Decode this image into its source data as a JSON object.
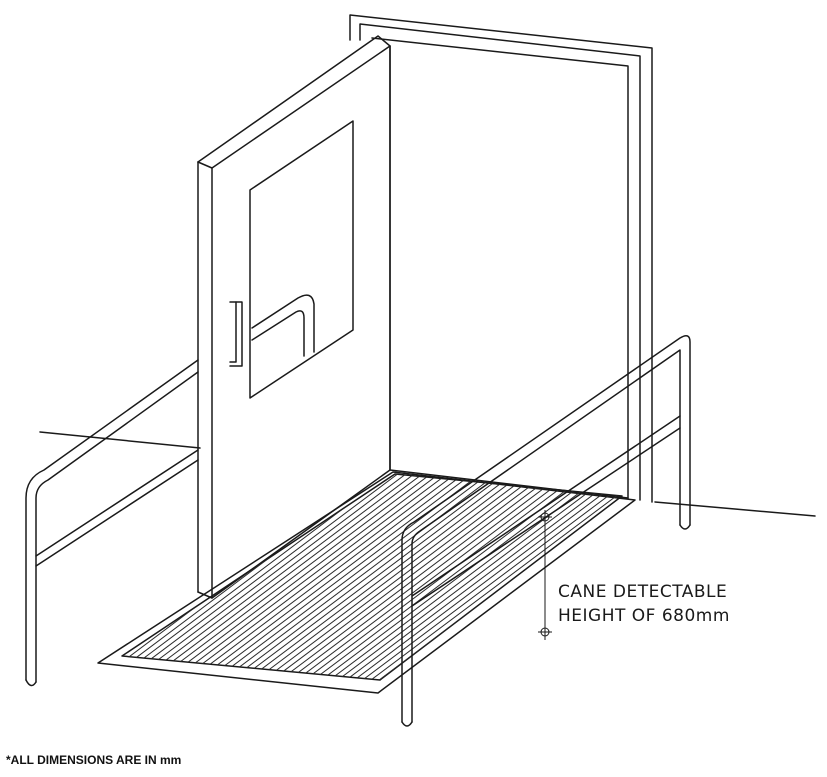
{
  "annotation": {
    "line1": "CANE DETECTABLE",
    "line2": "HEIGHT OF 680mm"
  },
  "footnote": "*ALL DIMENSIONS ARE IN mm"
}
